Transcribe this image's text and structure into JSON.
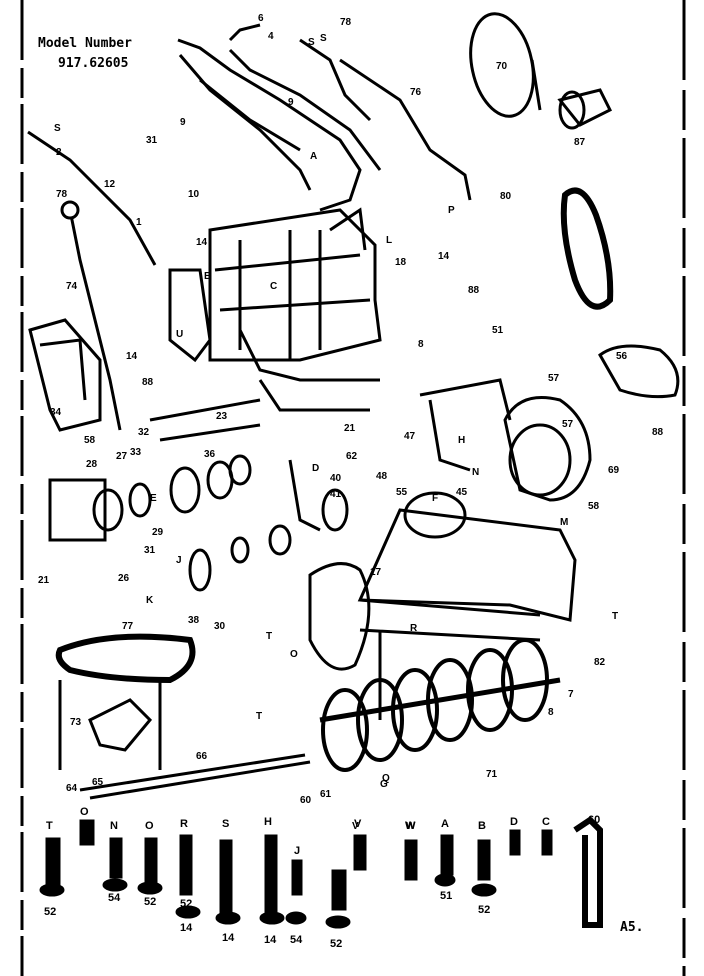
{
  "header": {
    "model_label": "Model Number",
    "model_number": "917.62605"
  },
  "page_tag": "A5.",
  "assembly_tags": [
    "A",
    "B",
    "C",
    "D",
    "E",
    "F",
    "G",
    "H",
    "J",
    "K",
    "L",
    "M",
    "N",
    "O",
    "P",
    "Q",
    "R",
    "S",
    "T",
    "U",
    "V",
    "W"
  ],
  "callouts": {
    "c1": "6",
    "c2": "4",
    "c3": "S",
    "c4": "78",
    "c5": "70",
    "c6": "9",
    "c7": "76",
    "c8": "S",
    "c9": "2",
    "c10": "31",
    "c11": "9",
    "c12": "12",
    "c13": "10",
    "c14": "78",
    "c15": "74",
    "c16": "1",
    "c17": "14",
    "c18": "14",
    "c19": "14",
    "c20": "18",
    "c21": "80",
    "c22": "88",
    "c23": "51",
    "c24": "8",
    "c25": "87",
    "c26": "57",
    "c27": "88",
    "c28": "88",
    "c29": "34",
    "c30": "21",
    "c31": "23",
    "c32": "58",
    "c33": "32",
    "c34": "28",
    "c35": "27",
    "c36": "33",
    "c37": "36",
    "c38": "21",
    "c39": "26",
    "c40": "31",
    "c41": "29",
    "c42": "40",
    "c43": "41",
    "c44": "62",
    "c45": "48",
    "c46": "47",
    "c47": "45",
    "c48": "38",
    "c49": "30",
    "c50": "77",
    "c51": "73",
    "c52": "66",
    "c53": "65",
    "c54": "64",
    "c55": "71",
    "c56": "82",
    "c57": "7",
    "c58": "8",
    "c59": "57",
    "c60": "56",
    "c61": "55",
    "c62": "58",
    "c63": "69",
    "c64": "60",
    "c65": "61",
    "c66": "T",
    "c67": "T",
    "c68": "17"
  },
  "hardware": {
    "letters": [
      "T",
      "O",
      "N",
      "O",
      "R",
      "S",
      "H",
      "J",
      "V",
      "W",
      "A",
      "B",
      "D",
      "C",
      "60"
    ],
    "numbers": [
      "52",
      "54",
      "52",
      "52",
      "14",
      "14",
      "14",
      "54",
      "52",
      "51",
      "52"
    ]
  }
}
